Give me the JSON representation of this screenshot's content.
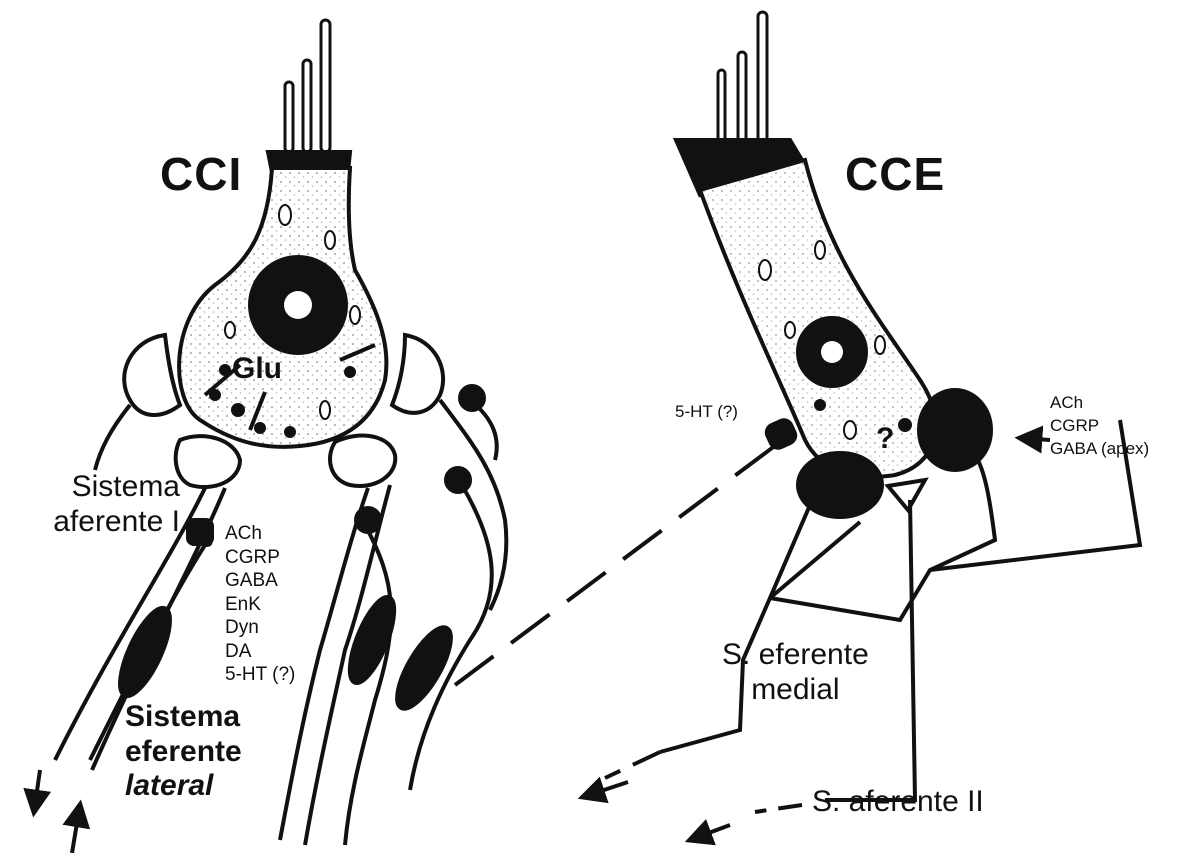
{
  "labels": {
    "cci": "CCI",
    "cce": "CCE",
    "glu": "Glu",
    "question_mark": "?",
    "afferent_i_line1": "Sistema",
    "afferent_i_line2": "aferente I",
    "lateral_line1": "Sistema",
    "lateral_line2": "eferente",
    "lateral_line3": "lateral",
    "medial_line1": "S. eferente",
    "medial_line2": "medial",
    "afferent_ii": "S. aferente II",
    "cce_5ht": "5-HT (?)"
  },
  "lateral_neurotransmitters": [
    "ACh",
    "CGRP",
    "GABA",
    "EnK",
    "Dyn",
    "DA",
    "5-HT (?)"
  ],
  "medial_neurotransmitters": [
    "ACh",
    "CGRP",
    "GABA (apex)"
  ]
}
